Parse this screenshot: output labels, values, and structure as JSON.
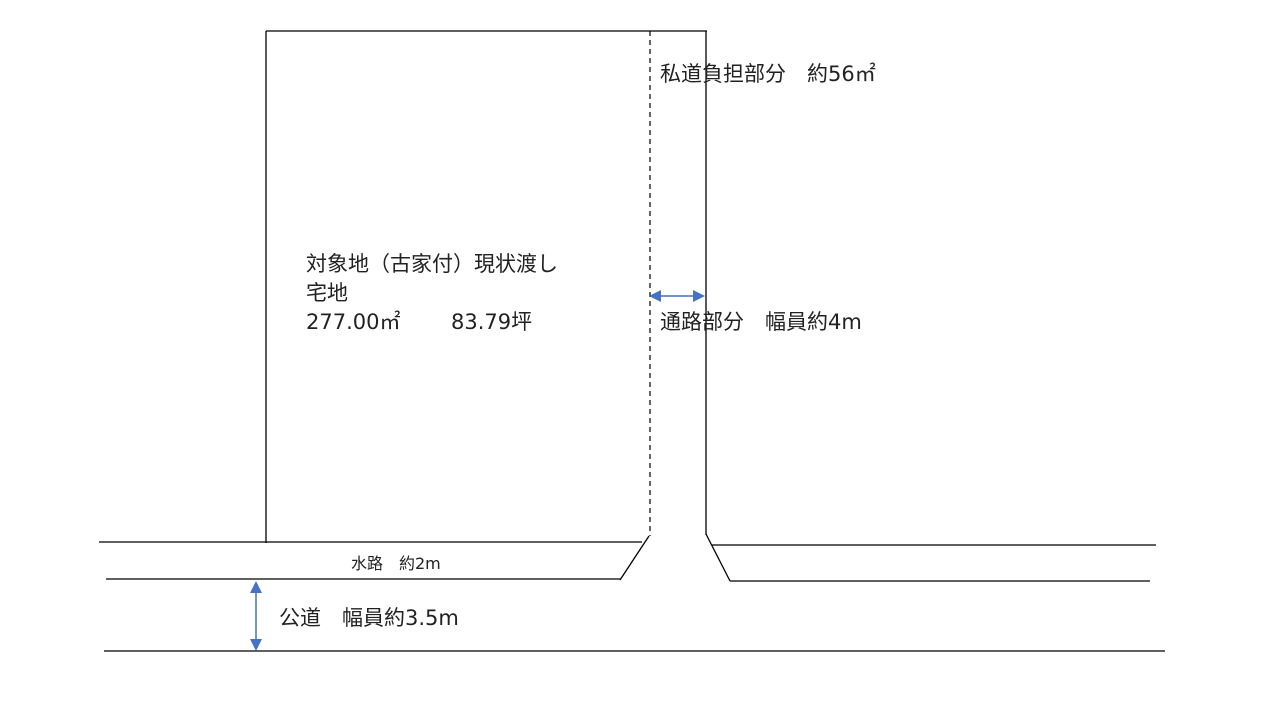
{
  "diagram": {
    "subject_property": {
      "line1": "対象地（古家付）現状渡し",
      "line2": "宅地",
      "line3_area_sqm": "277.00㎡",
      "line3_area_tsubo": "83.79坪"
    },
    "private_road_share": "私道負担部分　約56㎡",
    "passage": "通路部分　幅員約4m",
    "waterway": "水路　約2m",
    "public_road": "公道　幅員約3.5m",
    "colors": {
      "line": "#000000",
      "arrow": "#4472c4"
    }
  }
}
